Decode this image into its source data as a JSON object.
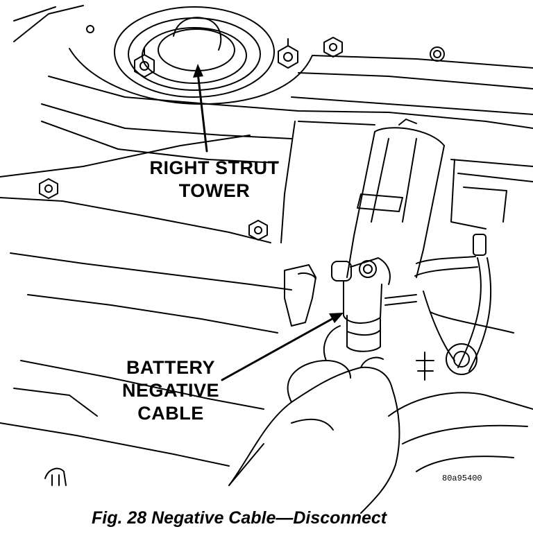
{
  "labels": {
    "strut_line1": "RIGHT STRUT",
    "strut_line2": "TOWER",
    "battery_line1": "BATTERY",
    "battery_line2": "NEGATIVE",
    "battery_line3": "CABLE"
  },
  "reference_code": "80a95400",
  "caption": "Fig. 28 Negative Cable—Disconnect",
  "colors": {
    "ink": "#000000",
    "paper": "#ffffff"
  }
}
